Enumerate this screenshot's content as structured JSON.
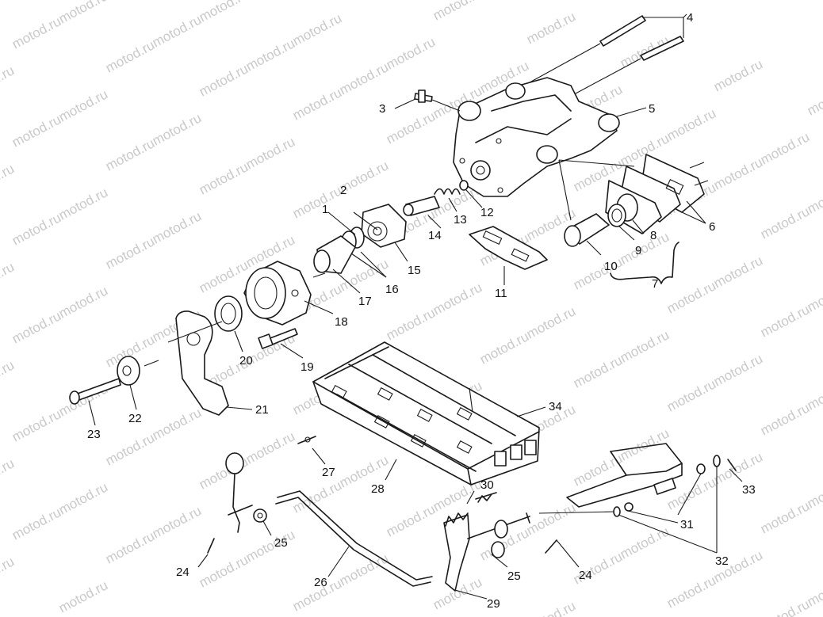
{
  "watermark": "motod.ru",
  "callouts": {
    "c1": "1",
    "c2": "2",
    "c3": "3",
    "c4": "4",
    "c5": "5",
    "c6": "6",
    "c7": "7",
    "c8": "8",
    "c9": "9",
    "c10": "10",
    "c11": "11",
    "c12": "12",
    "c13": "13",
    "c14": "14",
    "c15": "15",
    "c16": "16",
    "c17": "17",
    "c18": "18",
    "c19": "19",
    "c20": "20",
    "c21": "21",
    "c22": "22",
    "c23": "23",
    "c24a": "24",
    "c24b": "24",
    "c25a": "25",
    "c25b": "25",
    "c26": "26",
    "c27": "27",
    "c28": "28",
    "c29": "29",
    "c30": "30",
    "c31": "31",
    "c32": "32",
    "c33": "33",
    "c34": "34"
  },
  "colors": {
    "ink": "#1a1a1a",
    "watermark": "#c9c9c9",
    "background": "#ffffff"
  }
}
